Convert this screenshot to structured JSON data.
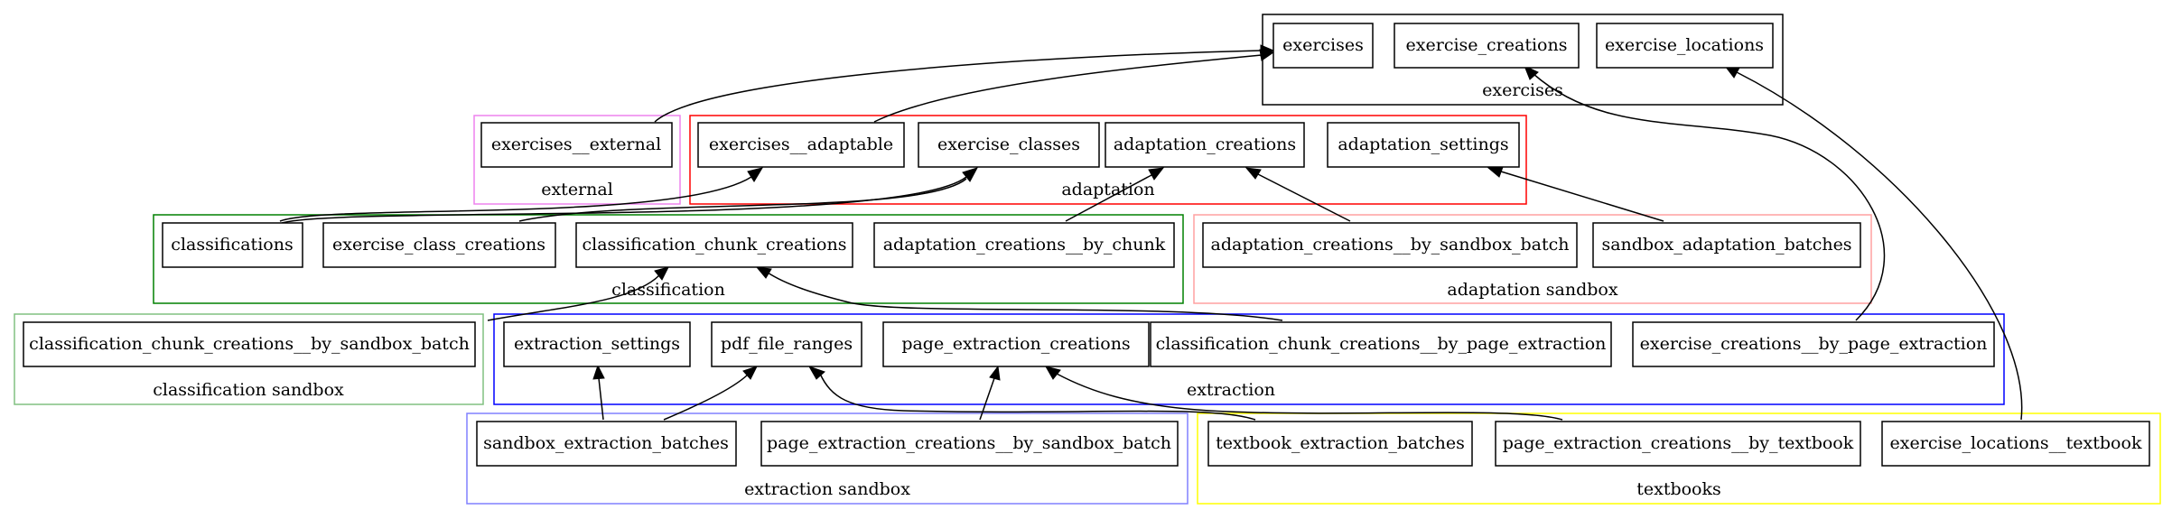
{
  "clusters": {
    "exercises": {
      "label": "exercises",
      "color": "#000000"
    },
    "external": {
      "label": "external",
      "color": "#ee82ee"
    },
    "adaptation": {
      "label": "adaptation",
      "color": "#ff0000"
    },
    "classification": {
      "label": "classification",
      "color": "#008000"
    },
    "adaptation_sandbox": {
      "label": "adaptation sandbox",
      "color": "#ffa0a0"
    },
    "classification_sandbox": {
      "label": "classification sandbox",
      "color": "#80c080"
    },
    "extraction": {
      "label": "extraction",
      "color": "#0000ff"
    },
    "extraction_sandbox": {
      "label": "extraction sandbox",
      "color": "#8080ff"
    },
    "textbooks": {
      "label": "textbooks",
      "color": "#ffff00"
    }
  },
  "nodes": {
    "exercises": "exercises",
    "exercise_creations": "exercise_creations",
    "exercise_locations": "exercise_locations",
    "exercises_external": "exercises__external",
    "exercises_adaptable": "exercises__adaptable",
    "exercise_classes": "exercise_classes",
    "adaptation_creations": "adaptation_creations",
    "adaptation_settings": "adaptation_settings",
    "classifications": "classifications",
    "exercise_class_creations": "exercise_class_creations",
    "classification_chunk_creations": "classification_chunk_creations",
    "adaptation_creations_by_chunk": "adaptation_creations__by_chunk",
    "adaptation_creations_by_sandbox_batch": "adaptation_creations__by_sandbox_batch",
    "sandbox_adaptation_batches": "sandbox_adaptation_batches",
    "classification_chunk_creations_by_sandbox_batch": "classification_chunk_creations__by_sandbox_batch",
    "extraction_settings": "extraction_settings",
    "pdf_file_ranges": "pdf_file_ranges",
    "page_extraction_creations": "page_extraction_creations",
    "classification_chunk_creations_by_page_extraction": "classification_chunk_creations__by_page_extraction",
    "exercise_creations_by_page_extraction": "exercise_creations__by_page_extraction",
    "sandbox_extraction_batches": "sandbox_extraction_batches",
    "page_extraction_creations_by_sandbox_batch": "page_extraction_creations__by_sandbox_batch",
    "textbook_extraction_batches": "textbook_extraction_batches",
    "page_extraction_creations_by_textbook": "page_extraction_creations__by_textbook",
    "exercise_locations_textbook": "exercise_locations__textbook"
  },
  "edges": [
    {
      "from": "exercises_external",
      "to": "exercises"
    },
    {
      "from": "exercises_adaptable",
      "to": "exercises"
    },
    {
      "from": "classifications",
      "to": "exercises_adaptable"
    },
    {
      "from": "classifications",
      "to": "exercise_classes"
    },
    {
      "from": "exercise_class_creations",
      "to": "exercise_classes"
    },
    {
      "from": "adaptation_creations_by_chunk",
      "to": "adaptation_creations"
    },
    {
      "from": "adaptation_creations_by_sandbox_batch",
      "to": "adaptation_creations"
    },
    {
      "from": "sandbox_adaptation_batches",
      "to": "adaptation_settings"
    },
    {
      "from": "classification_chunk_creations_by_sandbox_batch",
      "to": "classification_chunk_creations"
    },
    {
      "from": "classification_chunk_creations_by_page_extraction",
      "to": "classification_chunk_creations"
    },
    {
      "from": "exercise_creations_by_page_extraction",
      "to": "exercise_creations"
    },
    {
      "from": "exercise_locations_textbook",
      "to": "exercise_locations"
    },
    {
      "from": "sandbox_extraction_batches",
      "to": "extraction_settings"
    },
    {
      "from": "sandbox_extraction_batches",
      "to": "pdf_file_ranges"
    },
    {
      "from": "page_extraction_creations_by_sandbox_batch",
      "to": "page_extraction_creations"
    },
    {
      "from": "textbook_extraction_batches",
      "to": "pdf_file_ranges"
    },
    {
      "from": "page_extraction_creations_by_textbook",
      "to": "page_extraction_creations"
    }
  ]
}
